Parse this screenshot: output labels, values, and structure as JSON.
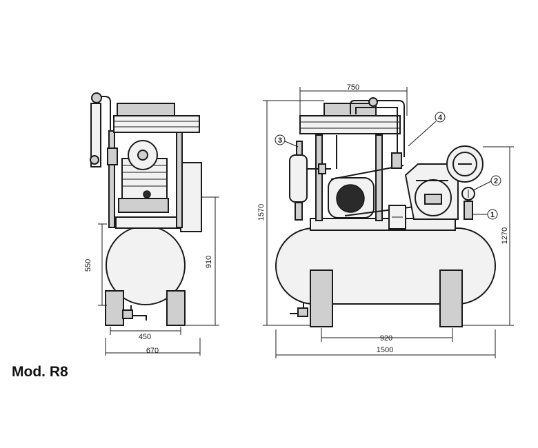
{
  "model_label": "Mod. R8",
  "side_view": {
    "dimensions": {
      "height_tank": "550",
      "height_total": "910",
      "foot_span": "450",
      "overall_width": "670"
    }
  },
  "front_view": {
    "dimensions": {
      "top_width": "750",
      "overall_height": "1570",
      "pump_height": "1270",
      "foot_span": "920",
      "overall_length": "1500"
    },
    "callouts": [
      "1",
      "2",
      "3",
      "4"
    ]
  }
}
